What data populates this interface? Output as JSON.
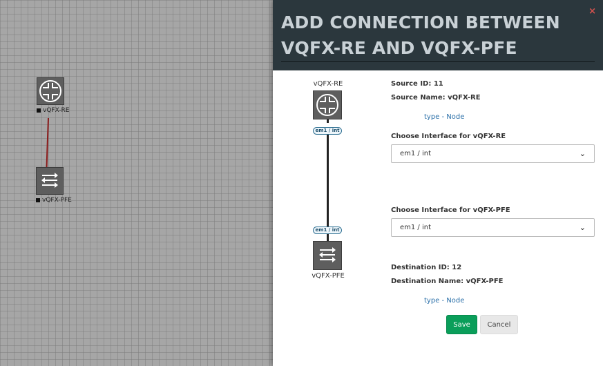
{
  "canvas": {
    "nodes": [
      {
        "label": "vQFX-RE",
        "icon": "router-icon"
      },
      {
        "label": "vQFX-PFE",
        "icon": "switch-icon"
      }
    ],
    "link_color": "#8b1a1a"
  },
  "modal": {
    "title_line1": "ADD CONNECTION BETWEEN",
    "title_line2": "VQFX-RE AND VQFX-PFE",
    "close_glyph": "×",
    "diagram": {
      "source_label": "vQFX-RE",
      "dest_label": "vQFX-PFE",
      "source_iface": "em1 / int",
      "dest_iface": "em1 / int"
    },
    "source": {
      "id_text": "Source ID: 11",
      "name_text": "Source Name: vQFX-RE",
      "type_text": "type - Node",
      "choose_label": "Choose Interface for vQFX-RE",
      "selected": "em1 / int"
    },
    "destination": {
      "choose_label": "Choose Interface for vQFX-PFE",
      "selected": "em1 / int",
      "id_text": "Destination ID: 12",
      "name_text": "Destination Name: vQFX-PFE",
      "type_text": "type - Node"
    },
    "buttons": {
      "save": "Save",
      "cancel": "Cancel"
    },
    "colors": {
      "header_bg": "#2b373d",
      "save_bg": "#0a9e5a",
      "link": "#2a6fa8"
    }
  }
}
